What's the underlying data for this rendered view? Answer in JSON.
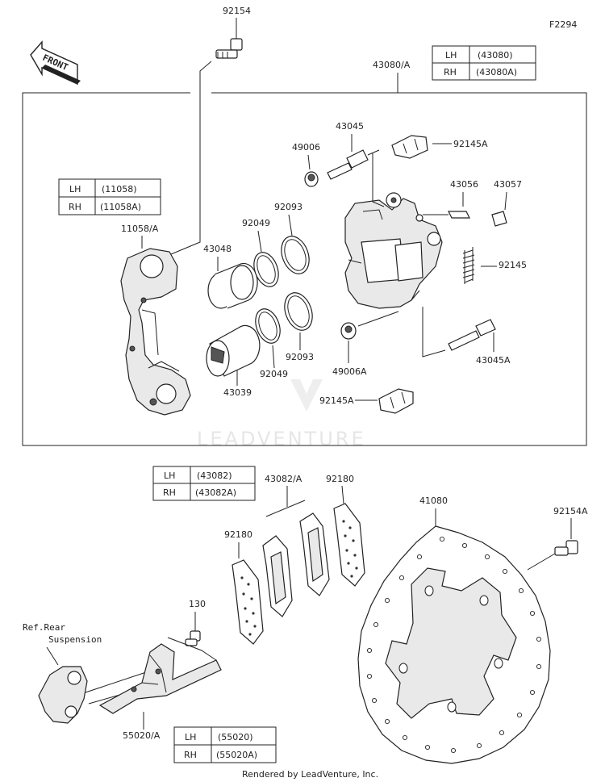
{
  "figure_code": "F2294",
  "watermark": "LEADVENTURE",
  "footer": "Rendered by LeadVenture, Inc.",
  "front_arrow": {
    "label": "FRONT",
    "icon": "front-arrow-icon"
  },
  "side_tables": [
    {
      "id": "caliper",
      "rows": [
        {
          "side": "LH",
          "part": "(43080)"
        },
        {
          "side": "RH",
          "part": "(43080A)"
        }
      ]
    },
    {
      "id": "bracket",
      "rows": [
        {
          "side": "LH",
          "part": "(11058)"
        },
        {
          "side": "RH",
          "part": "(11058A)"
        }
      ]
    },
    {
      "id": "pads",
      "rows": [
        {
          "side": "LH",
          "part": "(43082)"
        },
        {
          "side": "RH",
          "part": "(43082A)"
        }
      ]
    },
    {
      "id": "guard",
      "rows": [
        {
          "side": "LH",
          "part": "(55020)"
        },
        {
          "side": "RH",
          "part": "(55020A)"
        }
      ]
    }
  ],
  "callouts": {
    "c92154": "92154",
    "c43080A": "43080/A",
    "c43045": "43045",
    "c49006": "49006",
    "c92145A_top": "92145A",
    "c43056": "43056",
    "c43057": "43057",
    "c92093_top": "92093",
    "c92049_top": "92049",
    "c43048": "43048",
    "c11058A": "11058/A",
    "c92145": "92145",
    "c43045A": "43045A",
    "c49006A": "49006A",
    "c92093_bot": "92093",
    "c92049_bot": "92049",
    "c43039": "43039",
    "c92145A_bot": "92145A",
    "c43082A": "43082/A",
    "c92180_right": "92180",
    "c92180_left": "92180",
    "c41080": "41080",
    "c92154A": "92154A",
    "c130": "130",
    "ref_line1": "Ref.Rear",
    "ref_line2": "Suspension",
    "c55020A": "55020/A"
  }
}
